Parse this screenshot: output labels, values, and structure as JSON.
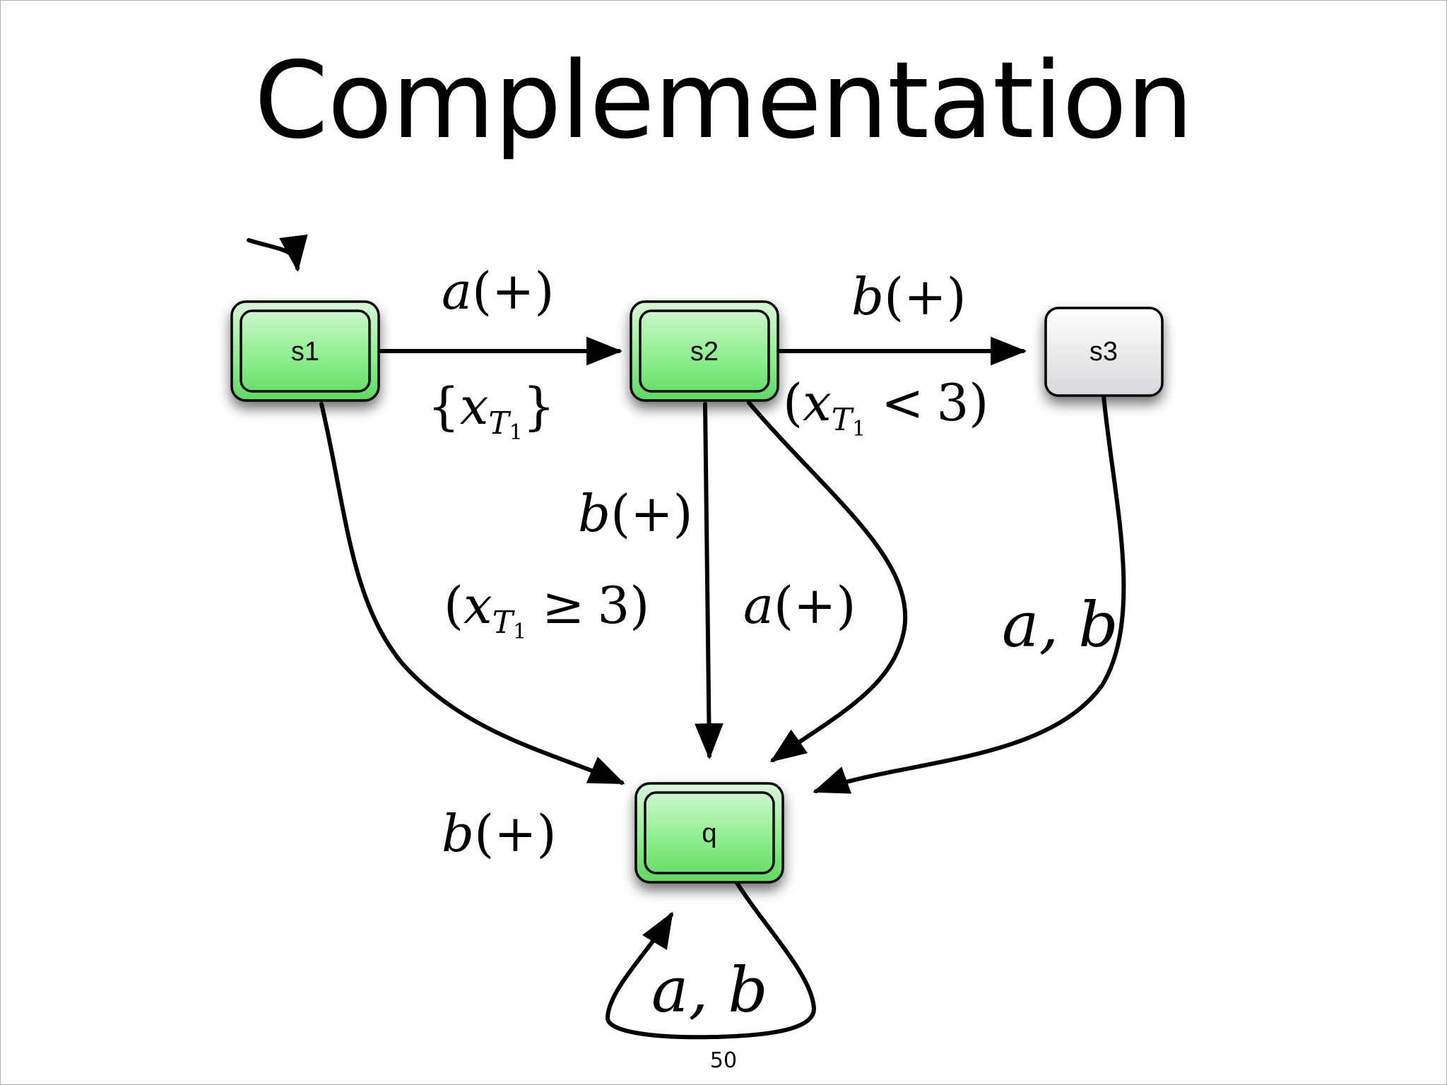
{
  "slide": {
    "title": "Complementation",
    "page_number": "50"
  },
  "states": [
    {
      "id": "s1",
      "label": "s1",
      "accepting": true,
      "initial": true,
      "fill": "#7ee87e"
    },
    {
      "id": "s2",
      "label": "s2",
      "accepting": true,
      "initial": false,
      "fill": "#7ee87e"
    },
    {
      "id": "s3",
      "label": "s3",
      "accepting": false,
      "initial": false,
      "fill": "#e6e6ea"
    },
    {
      "id": "q",
      "label": "q",
      "accepting": true,
      "initial": false,
      "fill": "#7ee87e"
    }
  ],
  "edges": {
    "s1_s2": {
      "action": "a",
      "sign": "+",
      "reset": "x",
      "reset_sub": "T",
      "reset_subsub": "1"
    },
    "s2_s3": {
      "action": "b",
      "sign": "+",
      "guard_var": "x",
      "guard_sub": "T",
      "guard_subsub": "1",
      "guard_op": "<",
      "guard_val": "3"
    },
    "s2_q_b": {
      "action": "b",
      "sign": "+",
      "guard_var": "x",
      "guard_sub": "T",
      "guard_subsub": "1",
      "guard_op": "≥",
      "guard_val": "3"
    },
    "s2_q_a": {
      "action": "a",
      "sign": "+"
    },
    "s3_q": {
      "label": "a, b"
    },
    "s1_q": {
      "action": "b",
      "sign": "+"
    },
    "q_q": {
      "label": "a, b"
    }
  },
  "colors": {
    "accepting": "#7ee87e",
    "non_accepting": "#e6e6ea",
    "stroke": "#000000"
  }
}
